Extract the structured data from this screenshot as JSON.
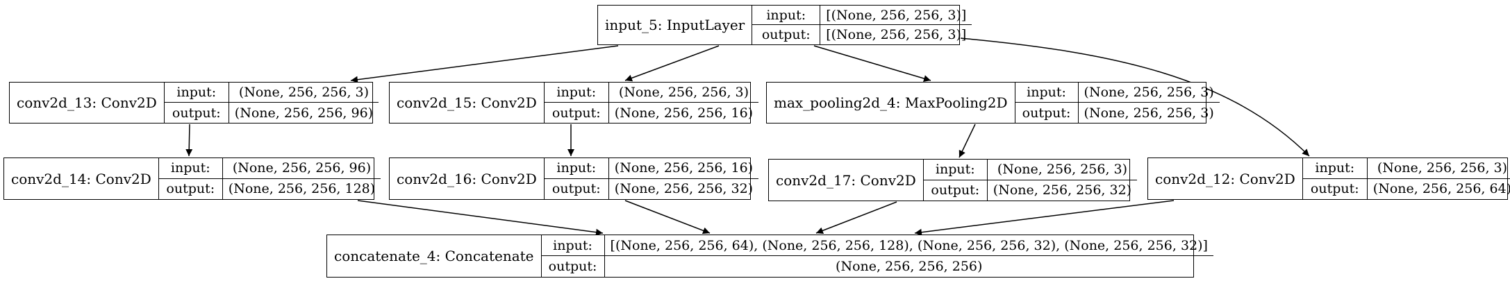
{
  "nodes": [
    {
      "id": "input_5",
      "name": "input_5: InputLayer",
      "input_label": "input:",
      "output_label": "output:",
      "input": "[(None, 256, 256, 3)]",
      "output": "[(None, 256, 256, 3)]"
    },
    {
      "id": "conv2d_13",
      "name": "conv2d_13: Conv2D",
      "input_label": "input:",
      "output_label": "output:",
      "input": "(None, 256, 256, 3)",
      "output": "(None, 256, 256, 96)"
    },
    {
      "id": "conv2d_15",
      "name": "conv2d_15: Conv2D",
      "input_label": "input:",
      "output_label": "output:",
      "input": "(None, 256, 256, 3)",
      "output": "(None, 256, 256, 16)"
    },
    {
      "id": "max_pooling2d_4",
      "name": "max_pooling2d_4: MaxPooling2D",
      "input_label": "input:",
      "output_label": "output:",
      "input": "(None, 256, 256, 3)",
      "output": "(None, 256, 256, 3)"
    },
    {
      "id": "conv2d_14",
      "name": "conv2d_14: Conv2D",
      "input_label": "input:",
      "output_label": "output:",
      "input": "(None, 256, 256, 96)",
      "output": "(None, 256, 256, 128)"
    },
    {
      "id": "conv2d_16",
      "name": "conv2d_16: Conv2D",
      "input_label": "input:",
      "output_label": "output:",
      "input": "(None, 256, 256, 16)",
      "output": "(None, 256, 256, 32)"
    },
    {
      "id": "conv2d_17",
      "name": "conv2d_17: Conv2D",
      "input_label": "input:",
      "output_label": "output:",
      "input": "(None, 256, 256, 3)",
      "output": "(None, 256, 256, 32)"
    },
    {
      "id": "conv2d_12",
      "name": "conv2d_12: Conv2D",
      "input_label": "input:",
      "output_label": "output:",
      "input": "(None, 256, 256, 3)",
      "output": "(None, 256, 256, 64)"
    },
    {
      "id": "concatenate_4",
      "name": "concatenate_4: Concatenate",
      "input_label": "input:",
      "output_label": "output:",
      "input": "[(None, 256, 256, 64), (None, 256, 256, 128), (None, 256, 256, 32), (None, 256, 256, 32)]",
      "output": "(None, 256, 256, 256)"
    }
  ],
  "edges": [
    [
      "input_5",
      "conv2d_13"
    ],
    [
      "input_5",
      "conv2d_15"
    ],
    [
      "input_5",
      "max_pooling2d_4"
    ],
    [
      "input_5",
      "conv2d_12"
    ],
    [
      "conv2d_13",
      "conv2d_14"
    ],
    [
      "conv2d_15",
      "conv2d_16"
    ],
    [
      "max_pooling2d_4",
      "conv2d_17"
    ],
    [
      "conv2d_14",
      "concatenate_4"
    ],
    [
      "conv2d_16",
      "concatenate_4"
    ],
    [
      "conv2d_17",
      "concatenate_4"
    ],
    [
      "conv2d_12",
      "concatenate_4"
    ]
  ]
}
